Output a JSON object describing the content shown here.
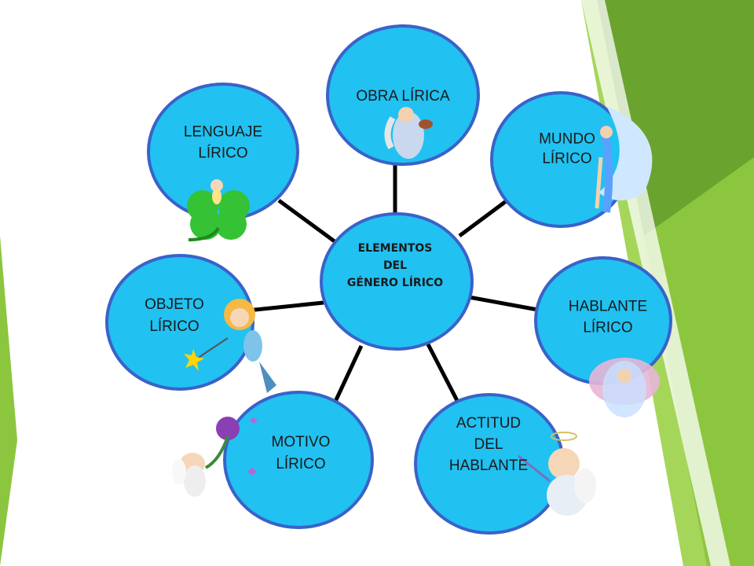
{
  "center": {
    "lines": [
      "ELEMENTOS",
      "DEL",
      "GÉNERO LÍRICO"
    ]
  },
  "nodes": [
    {
      "id": "obra-lirica",
      "lines": [
        "OBRA LÍRICA"
      ]
    },
    {
      "id": "mundo-lirico",
      "lines": [
        "MUNDO",
        "LÍRICO"
      ]
    },
    {
      "id": "hablante-lirico",
      "lines": [
        "HABLANTE",
        "LÍRICO"
      ]
    },
    {
      "id": "actitud-del-hablante",
      "lines": [
        "ACTITUD",
        "DEL",
        "HABLANTE"
      ]
    },
    {
      "id": "motivo-lirico",
      "lines": [
        "MOTIVO",
        "LÍRICO"
      ]
    },
    {
      "id": "objeto-lirico",
      "lines": [
        "OBJETO",
        "LÍRICO"
      ]
    },
    {
      "id": "lenguaje-lirico",
      "lines": [
        "LENGUAJE",
        "LÍRICO"
      ]
    }
  ],
  "colors": {
    "circle_fill": "#21c1f1",
    "circle_stroke": "#3a62c8",
    "connector": "#000000",
    "accent_green": "#8cc63f",
    "accent_dark_green": "#5f9b2c"
  }
}
